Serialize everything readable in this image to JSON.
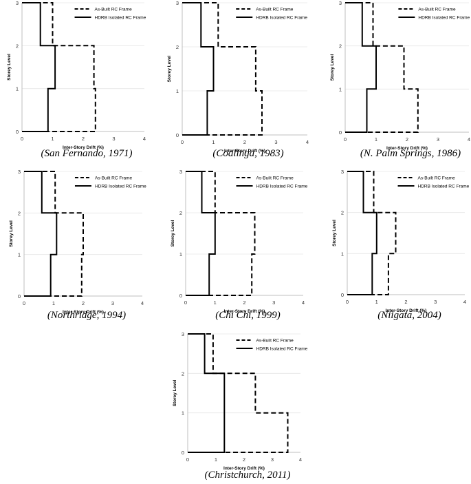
{
  "shared": {
    "xlabel": "Inter-Story Drift (%)",
    "ylabel": "Storey Level",
    "xticks": [
      "0",
      "1",
      "2",
      "3",
      "4"
    ],
    "yticks": [
      "0",
      "1",
      "2",
      "3"
    ],
    "legend": [
      "As-Built RC Frame",
      "HDRB Isolated RC Frame"
    ]
  },
  "chart_data": [
    {
      "type": "line",
      "caption": "(San Fernando, 1971)",
      "xlim": [
        0,
        4
      ],
      "ylim": [
        0,
        3
      ],
      "xlabel": "Inter-Story Drift (%)",
      "ylabel": "Storey Level",
      "legend_position": "top-right",
      "series": [
        {
          "name": "As-Built RC Frame",
          "style": "dashed",
          "drifts": [
            2.4,
            2.35,
            1.0
          ]
        },
        {
          "name": "HDRB Isolated RC Frame",
          "style": "solid",
          "drifts": [
            0.85,
            1.08,
            0.6
          ]
        }
      ]
    },
    {
      "type": "line",
      "caption": "(Coalinga, 1983)",
      "xlim": [
        0,
        4
      ],
      "ylim": [
        0,
        3
      ],
      "xlabel": "Inter-Story Drift (%)",
      "ylabel": "Storey Level",
      "legend_position": "top-right",
      "series": [
        {
          "name": "As-Built RC Frame",
          "style": "dashed",
          "drifts": [
            2.55,
            2.35,
            1.15
          ]
        },
        {
          "name": "HDRB Isolated RC Frame",
          "style": "solid",
          "drifts": [
            0.8,
            1.0,
            0.6
          ]
        }
      ]
    },
    {
      "type": "line",
      "caption": "(N. Palm Springs, 1986)",
      "xlim": [
        0,
        4
      ],
      "ylim": [
        0,
        3
      ],
      "xlabel": "Inter-Story Drift (%)",
      "ylabel": "Storey Level",
      "legend_position": "top-right",
      "series": [
        {
          "name": "As-Built RC Frame",
          "style": "dashed",
          "drifts": [
            2.35,
            1.9,
            0.9
          ]
        },
        {
          "name": "HDRB Isolated RC Frame",
          "style": "solid",
          "drifts": [
            0.7,
            1.0,
            0.55
          ]
        }
      ]
    },
    {
      "type": "line",
      "caption": "(Northridge, 1994)",
      "xlim": [
        0,
        4
      ],
      "ylim": [
        0,
        3
      ],
      "xlabel": "Inter-Story Drift (%)",
      "ylabel": "Storey Level",
      "legend_position": "top-right",
      "series": [
        {
          "name": "As-Built RC Frame",
          "style": "dashed",
          "drifts": [
            1.95,
            2.0,
            1.05
          ]
        },
        {
          "name": "HDRB Isolated RC Frame",
          "style": "solid",
          "drifts": [
            0.9,
            1.1,
            0.6
          ]
        }
      ]
    },
    {
      "type": "line",
      "caption": "(Chi Chi, 1999)",
      "xlim": [
        0,
        4
      ],
      "ylim": [
        0,
        3
      ],
      "xlabel": "Inter-Story Drift (%)",
      "ylabel": "Storey Level",
      "legend_position": "top-right",
      "series": [
        {
          "name": "As-Built RC Frame",
          "style": "dashed",
          "drifts": [
            2.25,
            2.35,
            1.0
          ]
        },
        {
          "name": "HDRB Isolated RC Frame",
          "style": "solid",
          "drifts": [
            0.8,
            1.0,
            0.55
          ]
        }
      ]
    },
    {
      "type": "line",
      "caption": "(Niigata, 2004)",
      "xlim": [
        0,
        4
      ],
      "ylim": [
        0,
        3
      ],
      "xlabel": "Inter-Story Drift (%)",
      "ylabel": "Storey Level",
      "legend_position": "top-right",
      "series": [
        {
          "name": "As-Built RC Frame",
          "style": "dashed",
          "drifts": [
            1.4,
            1.65,
            0.9
          ]
        },
        {
          "name": "HDRB Isolated RC Frame",
          "style": "solid",
          "drifts": [
            0.85,
            1.0,
            0.55
          ]
        }
      ]
    },
    {
      "type": "line",
      "caption": "(Christchurch, 2011)",
      "xlim": [
        0,
        4
      ],
      "ylim": [
        0,
        3
      ],
      "xlabel": "Inter-Story Drift (%)",
      "ylabel": "Storey Level",
      "legend_position": "top-right",
      "series": [
        {
          "name": "As-Built RC Frame",
          "style": "dashed",
          "drifts": [
            3.55,
            2.4,
            0.9
          ]
        },
        {
          "name": "HDRB Isolated RC Frame",
          "style": "solid",
          "drifts": [
            1.3,
            1.3,
            0.6
          ]
        }
      ]
    }
  ]
}
